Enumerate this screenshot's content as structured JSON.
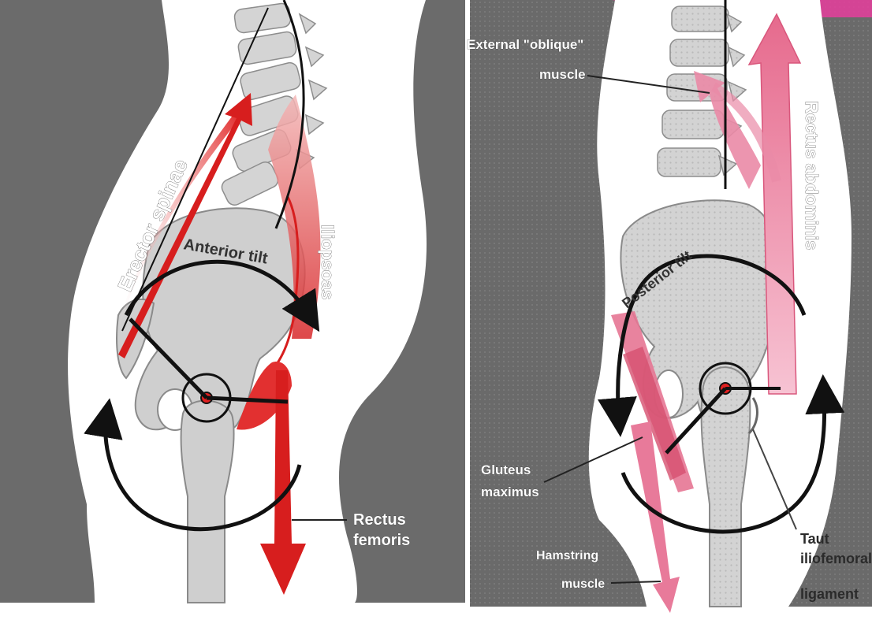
{
  "left_panel": {
    "labels": {
      "erector_spinae": "Erector spinae",
      "anterior_tilt": "Anterior tilt",
      "iliopsoas": "Iliopsoas",
      "rectus_femoris_1": "Rectus",
      "rectus_femoris_2": "femoris"
    }
  },
  "right_panel": {
    "labels": {
      "external_oblique_1": "External \"oblique\"",
      "external_oblique_2": "muscle",
      "rectus_abdominis": "Rectus abdominis",
      "posterior_tilt": "Posterior tilt",
      "gluteus_1": "Gluteus",
      "gluteus_2": "maximus",
      "hamstring_1": "Hamstring",
      "hamstring_2": "muscle",
      "taut_1": "Taut",
      "taut_2": "iliofemoral",
      "taut_3": "ligament"
    }
  },
  "colors": {
    "background_body": "#666666",
    "skin": "#ffffff",
    "bone": "#cfcfcf",
    "bone_outline": "#8a8a8a",
    "muscle_red": "#e02020",
    "muscle_pink": "#e87a9a",
    "arrow_black": "#111111",
    "accent_magenta": "#e0409a"
  }
}
